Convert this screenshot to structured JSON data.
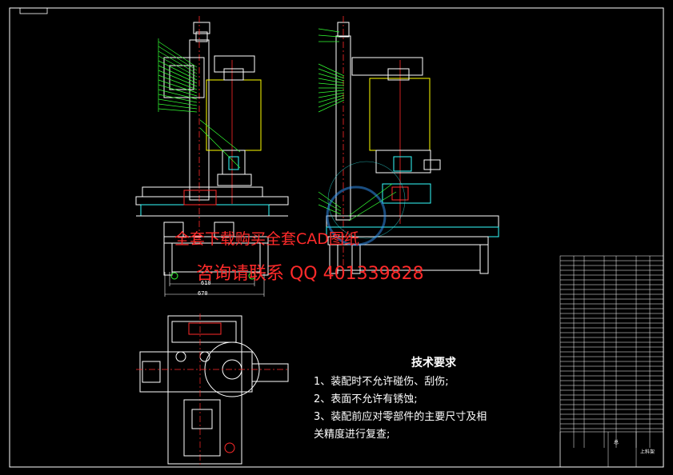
{
  "technical_requirements": {
    "title": "技术要求",
    "items": [
      "1、装配时不允许碰伤、刮伤;",
      "2、表面不允许有锈蚀;",
      "3、装配前应对零部件的主要尺寸及相",
      "关精度进行复查;"
    ]
  },
  "dimensions": {
    "inner_width": "610",
    "outer_width": "670"
  },
  "watermark": {
    "line1": "全套下载购买全套CAD图纸",
    "line2": "咨询请联系 QQ 401339828"
  },
  "title_block": {
    "mark": "总",
    "drawing_name": "上料架"
  },
  "colors": {
    "background": "#000000",
    "outline": "#ffffff",
    "centerline": "#ff2a2a",
    "leader": "#33ff33",
    "cyan": "#33ffff",
    "yellow": "#ffff00"
  }
}
